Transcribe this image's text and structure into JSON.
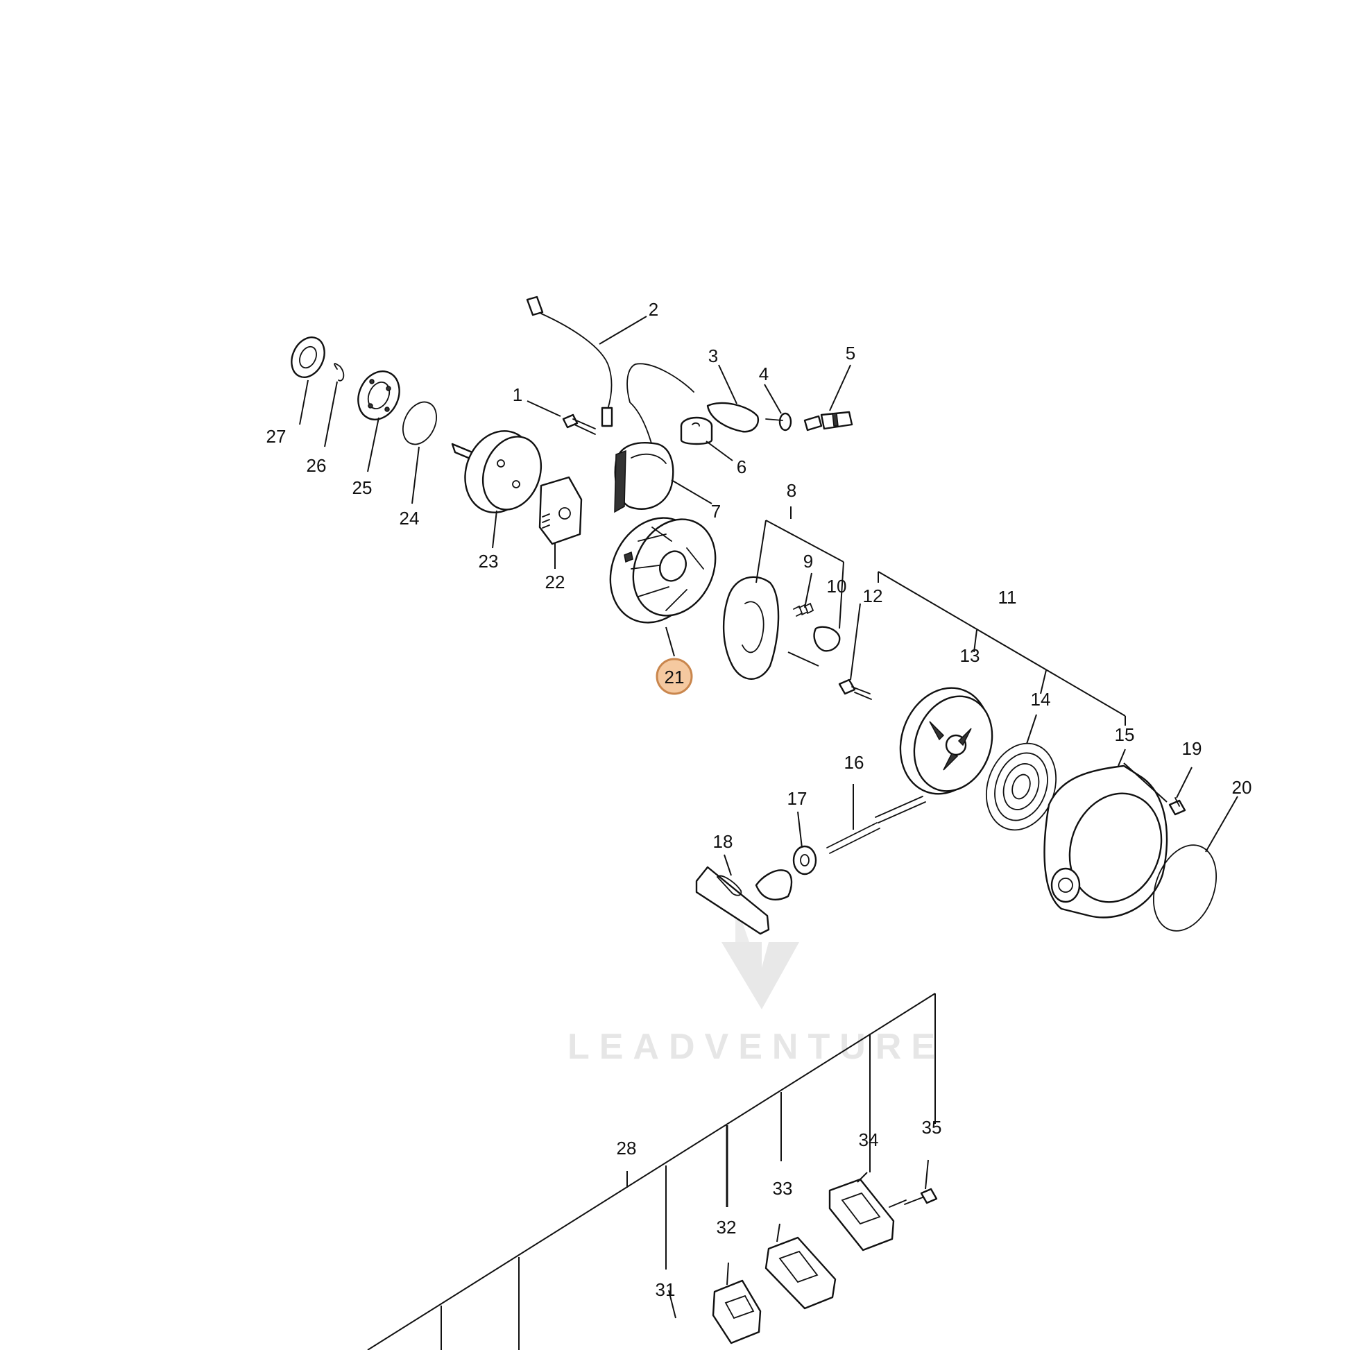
{
  "diagram": {
    "part_labels": [
      "1",
      "2",
      "3",
      "4",
      "5",
      "6",
      "7",
      "8",
      "9",
      "10",
      "11",
      "12",
      "13",
      "14",
      "15",
      "16",
      "17",
      "18",
      "19",
      "20",
      "21",
      "22",
      "23",
      "24",
      "25",
      "26",
      "27",
      "28",
      "31",
      "32",
      "33",
      "34",
      "35"
    ],
    "highlighted_part": "21",
    "highlight_color": "#f5c9a0",
    "highlight_border_color": "#c9864d",
    "line_color": "#111111",
    "watermark_color": "#e6e6e6"
  },
  "watermark": {
    "text": "LEADVENTURE"
  }
}
